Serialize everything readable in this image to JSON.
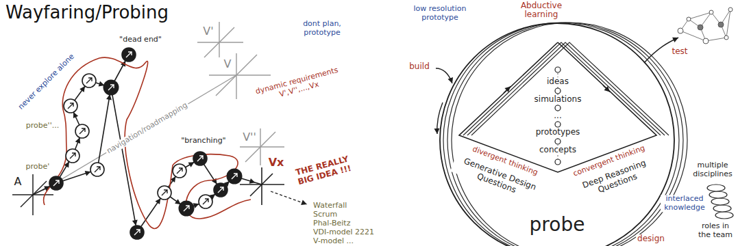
{
  "diagram": {
    "title": "Wayfaring/Probing",
    "nodes": [
      {
        "text": [
          "probe"
        ]
      },
      {
        "text": [
          "ideas",
          "simulations",
          "...",
          "prototypes",
          "concepts"
        ],
        "in": 0
      }
    ],
    "labels": [
      "never explore alone",
      "\"dead end\"",
      "probe''...",
      "probe'",
      "A",
      "navigation/roadmapping",
      "V'",
      "V",
      "V''",
      "dont plan, prototype",
      "dynamic requirements V',V'',...,Vx",
      "\"branching\"",
      "Vx",
      "THE REALLY BIG IDEA !!!",
      "Waterfall",
      "Scrum",
      "Phal-Beitz",
      "VDI-model 2221",
      "V-model ...",
      "low resolution prototype",
      "build",
      "Abductive learning",
      "test",
      "divergent thinking",
      "Generative Design Questions",
      "convergent thinking",
      "Deep Reasoning Questions",
      "multiple disciplines",
      "interlaced knowledge",
      "roles in the team",
      "design"
    ]
  }
}
